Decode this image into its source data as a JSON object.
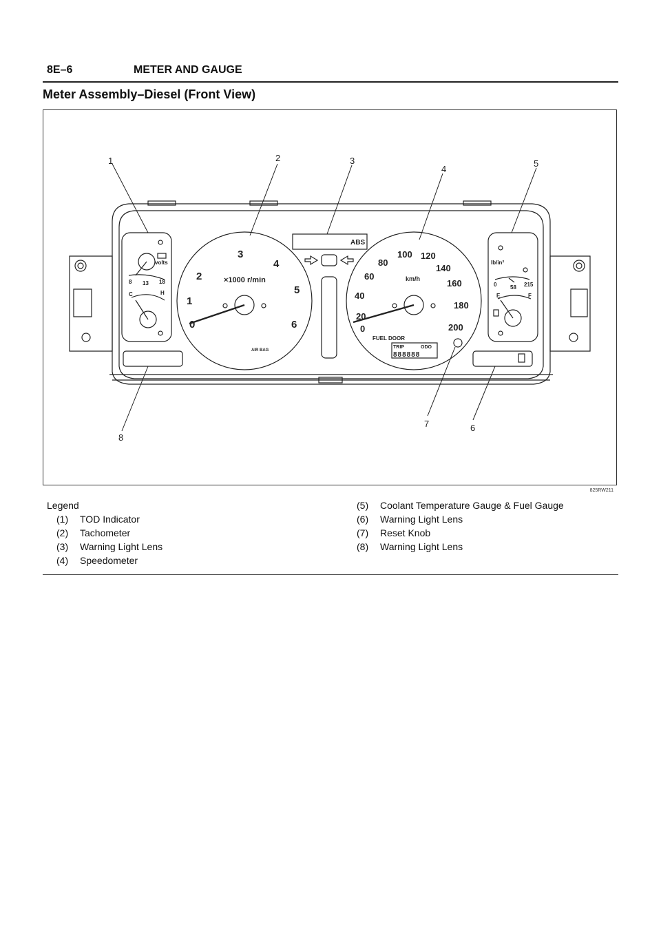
{
  "header": {
    "section": "8E–6",
    "title": "METER AND GAUGE"
  },
  "heading": "Meter Assembly–Diesel (Front View)",
  "figure": {
    "code": "825RW211",
    "callouts": [
      "1",
      "2",
      "3",
      "4",
      "5",
      "6",
      "7",
      "8"
    ],
    "tachometer": {
      "scale": [
        "0",
        "1",
        "2",
        "3",
        "4",
        "5",
        "6"
      ],
      "unit": "×1000 r/min"
    },
    "speedometer": {
      "scale": [
        "0",
        "20",
        "40",
        "60",
        "80",
        "100",
        "120",
        "140",
        "160",
        "180",
        "200"
      ],
      "unit": "km/h"
    },
    "voltmeter": {
      "low": "8",
      "mid": "13",
      "high": "18",
      "unit": "volts"
    },
    "temp": {
      "low": "C",
      "high": "H"
    },
    "fuel": {
      "low": "E",
      "high": "F"
    },
    "oil_pressure": {
      "unit": "lb/in²",
      "low": "0",
      "mid": "58",
      "high": "215"
    },
    "abs_label": "ABS",
    "airbag_label": "AIR BAG",
    "fuel_door_label": "FUEL DOOR",
    "trip_label": "TRIP",
    "odo_label": "ODO",
    "odometer_digits": "888888"
  },
  "legend": {
    "heading": "Legend",
    "items": [
      {
        "num": "(1)",
        "label": "TOD Indicator"
      },
      {
        "num": "(2)",
        "label": "Tachometer"
      },
      {
        "num": "(3)",
        "label": "Warning Light Lens"
      },
      {
        "num": "(4)",
        "label": "Speedometer"
      },
      {
        "num": "(5)",
        "label": "Coolant Temperature Gauge & Fuel Gauge"
      },
      {
        "num": "(6)",
        "label": "Warning Light Lens"
      },
      {
        "num": "(7)",
        "label": "Reset Knob"
      },
      {
        "num": "(8)",
        "label": "Warning Light Lens"
      }
    ]
  }
}
